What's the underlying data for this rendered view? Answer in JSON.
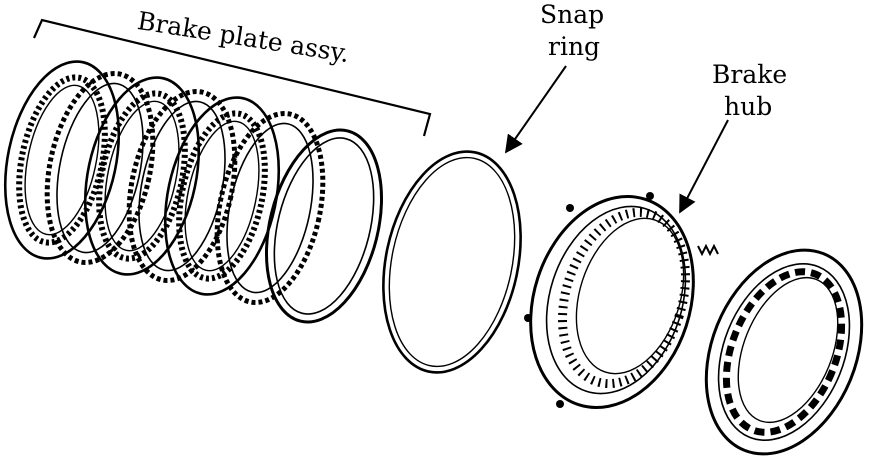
{
  "labels": {
    "brake_plate_assy": "Brake plate assy.",
    "snap_ring_line1": "Snap",
    "snap_ring_line2": "ring",
    "brake_hub_line1": "Brake",
    "brake_hub_line2": "hub"
  },
  "colors": {
    "ink": "#000000",
    "paper": "#ffffff"
  }
}
